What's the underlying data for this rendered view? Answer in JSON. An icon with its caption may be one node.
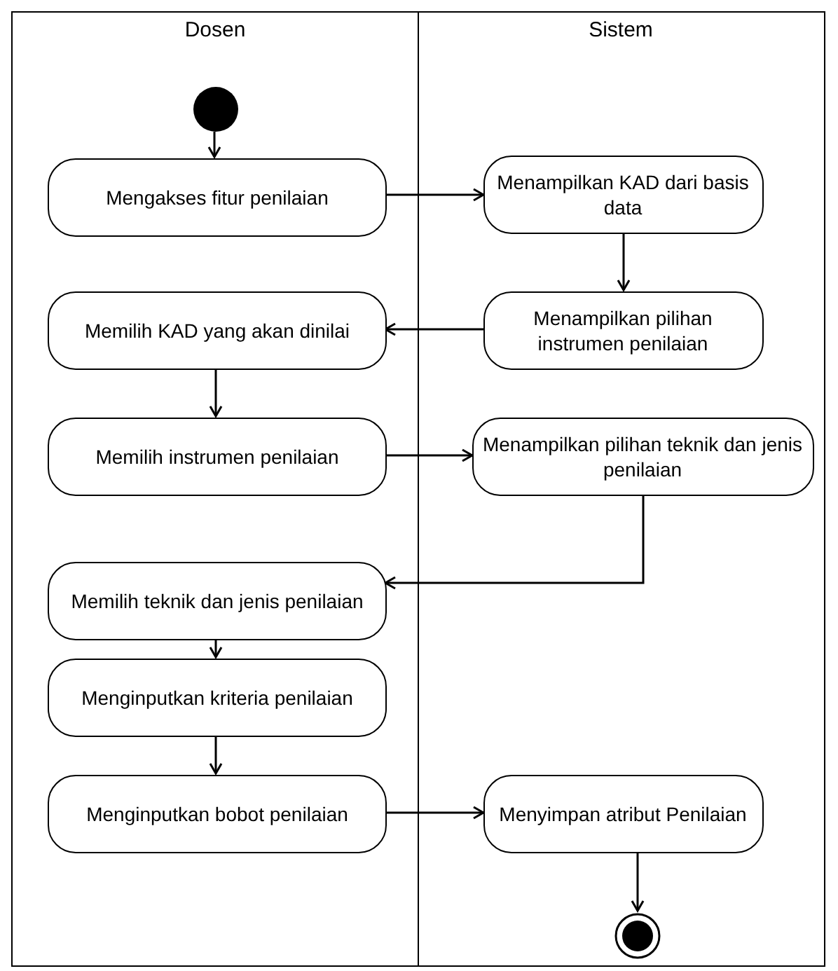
{
  "diagram": {
    "nodes": [
      {
        "text": [
          "Dosen"
        ]
      },
      {
        "text": [
          "Sistem"
        ]
      },
      {
        "text": [],
        "shape": "circle",
        "in": 0
      },
      {
        "text": [
          "Mengakses fitur penilaian"
        ],
        "in": 0
      },
      {
        "text": [
          "Menampilkan KAD dari basis data"
        ],
        "in": 1
      },
      {
        "text": [
          "Memilih KAD yang akan dinilai"
        ],
        "in": 0
      },
      {
        "text": [
          "Menampilkan pilihan instrumen penilaian"
        ],
        "in": 1
      },
      {
        "text": [
          "Memilih instrumen penilaian"
        ],
        "in": 0
      },
      {
        "text": [
          "Menampilkan pilihan teknik dan jenis penilaian"
        ],
        "in": 1
      },
      {
        "text": [
          "Memilih teknik dan jenis penilaian"
        ],
        "in": 0
      },
      {
        "text": [
          "Menginputkan kriteria penilaian"
        ],
        "in": 0
      },
      {
        "text": [
          "Menginputkan bobot penilaian"
        ],
        "in": 0
      },
      {
        "text": [
          "Menyimpan atribut Penilaian"
        ],
        "in": 1
      },
      {
        "text": [],
        "shape": "bullseye",
        "in": 1
      }
    ],
    "edges": [
      {
        "from": 2,
        "to": 3,
        "arrow": "to"
      },
      {
        "from": 3,
        "to": 4,
        "arrow": "to"
      },
      {
        "from": 4,
        "to": 6,
        "arrow": "to"
      },
      {
        "from": 6,
        "to": 5,
        "arrow": "to"
      },
      {
        "from": 5,
        "to": 7,
        "arrow": "to"
      },
      {
        "from": 7,
        "to": 8,
        "arrow": "to"
      },
      {
        "from": 8,
        "to": 9,
        "arrow": "to"
      },
      {
        "from": 9,
        "to": 10,
        "arrow": "to"
      },
      {
        "from": 10,
        "to": 11,
        "arrow": "to"
      },
      {
        "from": 11,
        "to": 12,
        "arrow": "to"
      },
      {
        "from": 12,
        "to": 13,
        "arrow": "to"
      }
    ]
  }
}
